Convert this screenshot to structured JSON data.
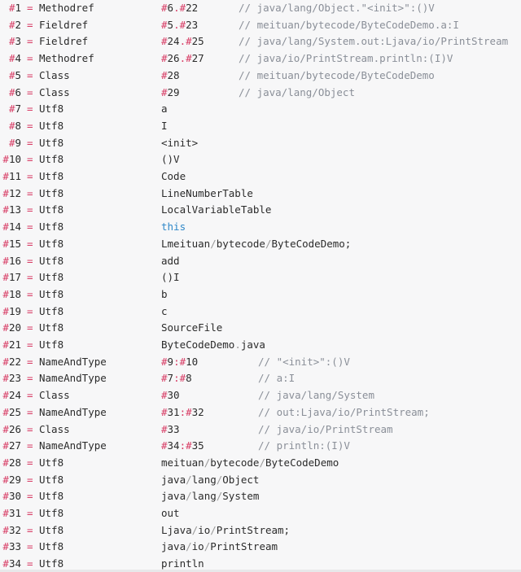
{
  "rows": [
    {
      "num": "1",
      "kind": "Methodref",
      "refs": [
        "6",
        "22"
      ],
      "sep": ".",
      "comment": "// java/lang/Object.\"<init>\":()V"
    },
    {
      "num": "2",
      "kind": "Fieldref",
      "refs": [
        "5",
        "23"
      ],
      "sep": ".",
      "comment": "// meituan/bytecode/ByteCodeDemo.a:I"
    },
    {
      "num": "3",
      "kind": "Fieldref",
      "refs": [
        "24",
        "25"
      ],
      "sep": ".",
      "comment": "// java/lang/System.out:Ljava/io/PrintStream"
    },
    {
      "num": "4",
      "kind": "Methodref",
      "refs": [
        "26",
        "27"
      ],
      "sep": ".",
      "comment": "// java/io/PrintStream.println:(I)V"
    },
    {
      "num": "5",
      "kind": "Class",
      "refs": [
        "28"
      ],
      "comment": "// meituan/bytecode/ByteCodeDemo"
    },
    {
      "num": "6",
      "kind": "Class",
      "refs": [
        "29"
      ],
      "comment": "// java/lang/Object"
    },
    {
      "num": "7",
      "kind": "Utf8",
      "text": "a"
    },
    {
      "num": "8",
      "kind": "Utf8",
      "text": "I"
    },
    {
      "num": "9",
      "kind": "Utf8",
      "text": "<init>"
    },
    {
      "num": "10",
      "kind": "Utf8",
      "text": "()V"
    },
    {
      "num": "11",
      "kind": "Utf8",
      "text": "Code"
    },
    {
      "num": "12",
      "kind": "Utf8",
      "text": "LineNumberTable"
    },
    {
      "num": "13",
      "kind": "Utf8",
      "text": "LocalVariableTable"
    },
    {
      "num": "14",
      "kind": "Utf8",
      "text": "this",
      "keyword": true
    },
    {
      "num": "15",
      "kind": "Utf8",
      "text": "Lmeituan/bytecode/ByteCodeDemo;"
    },
    {
      "num": "16",
      "kind": "Utf8",
      "text": "add"
    },
    {
      "num": "17",
      "kind": "Utf8",
      "text": "()I"
    },
    {
      "num": "18",
      "kind": "Utf8",
      "text": "b"
    },
    {
      "num": "19",
      "kind": "Utf8",
      "text": "c"
    },
    {
      "num": "20",
      "kind": "Utf8",
      "text": "SourceFile"
    },
    {
      "num": "21",
      "kind": "Utf8",
      "text": "ByteCodeDemo.java"
    },
    {
      "num": "22",
      "kind": "NameAndType",
      "refs": [
        "9",
        "10"
      ],
      "sep": ":",
      "comment": "// \"<init>\":()V",
      "commentWide": true
    },
    {
      "num": "23",
      "kind": "NameAndType",
      "refs": [
        "7",
        "8"
      ],
      "sep": ":",
      "comment": "// a:I",
      "commentWide": true
    },
    {
      "num": "24",
      "kind": "Class",
      "refs": [
        "30"
      ],
      "comment": "// java/lang/System",
      "commentWide": true
    },
    {
      "num": "25",
      "kind": "NameAndType",
      "refs": [
        "31",
        "32"
      ],
      "sep": ":",
      "comment": "// out:Ljava/io/PrintStream;",
      "commentWide": true
    },
    {
      "num": "26",
      "kind": "Class",
      "refs": [
        "33"
      ],
      "comment": "// java/io/PrintStream",
      "commentWide": true
    },
    {
      "num": "27",
      "kind": "NameAndType",
      "refs": [
        "34",
        "35"
      ],
      "sep": ":",
      "comment": "// println:(I)V",
      "commentWide": true
    },
    {
      "num": "28",
      "kind": "Utf8",
      "text": "meituan/bytecode/ByteCodeDemo"
    },
    {
      "num": "29",
      "kind": "Utf8",
      "text": "java/lang/Object"
    },
    {
      "num": "30",
      "kind": "Utf8",
      "text": "java/lang/System"
    },
    {
      "num": "31",
      "kind": "Utf8",
      "text": "out"
    },
    {
      "num": "32",
      "kind": "Utf8",
      "text": "Ljava/io/PrintStream;"
    },
    {
      "num": "33",
      "kind": "Utf8",
      "text": "java/io/PrintStream"
    },
    {
      "num": "34",
      "kind": "Utf8",
      "text": "println"
    }
  ]
}
